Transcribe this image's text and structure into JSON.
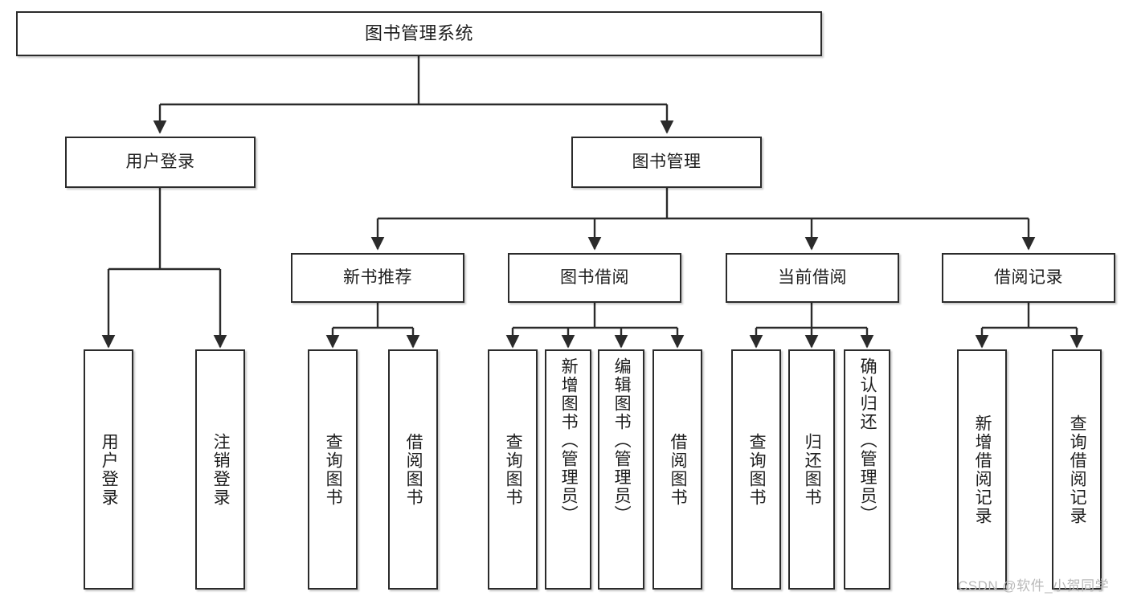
{
  "diagram": {
    "title": "图书管理系统",
    "type": "tree-hierarchy",
    "watermark": "CSDN @软件_小贺同学",
    "colors": {
      "background": "#ffffff",
      "box_border": "#2b2b2b",
      "box_fill": "#ffffff",
      "edge": "#2b2b2b",
      "text": "#1d1d1d",
      "watermark": "#b9b9b9"
    },
    "levels": {
      "root": {
        "label": "图书管理系统"
      },
      "level2": [
        {
          "label": "用户登录"
        },
        {
          "label": "图书管理"
        }
      ],
      "level3": [
        {
          "label": "新书推荐"
        },
        {
          "label": "图书借阅"
        },
        {
          "label": "当前借阅"
        },
        {
          "label": "借阅记录"
        }
      ],
      "leaves": {
        "user_login": [
          {
            "label": "用户登录"
          },
          {
            "label": "注销登录"
          }
        ],
        "new_book_recommend": [
          {
            "label": "查询图书"
          },
          {
            "label": "借阅图书"
          }
        ],
        "book_borrow": [
          {
            "label": "查询图书"
          },
          {
            "label": "新增图书（管理员）"
          },
          {
            "label": "编辑图书（管理员）"
          },
          {
            "label": "借阅图书"
          }
        ],
        "current_borrow": [
          {
            "label": "查询图书"
          },
          {
            "label": "归还图书"
          },
          {
            "label": "确认归还（管理员）"
          }
        ],
        "borrow_record": [
          {
            "label": "新增借阅记录"
          },
          {
            "label": "查询借阅记录"
          }
        ]
      }
    }
  }
}
